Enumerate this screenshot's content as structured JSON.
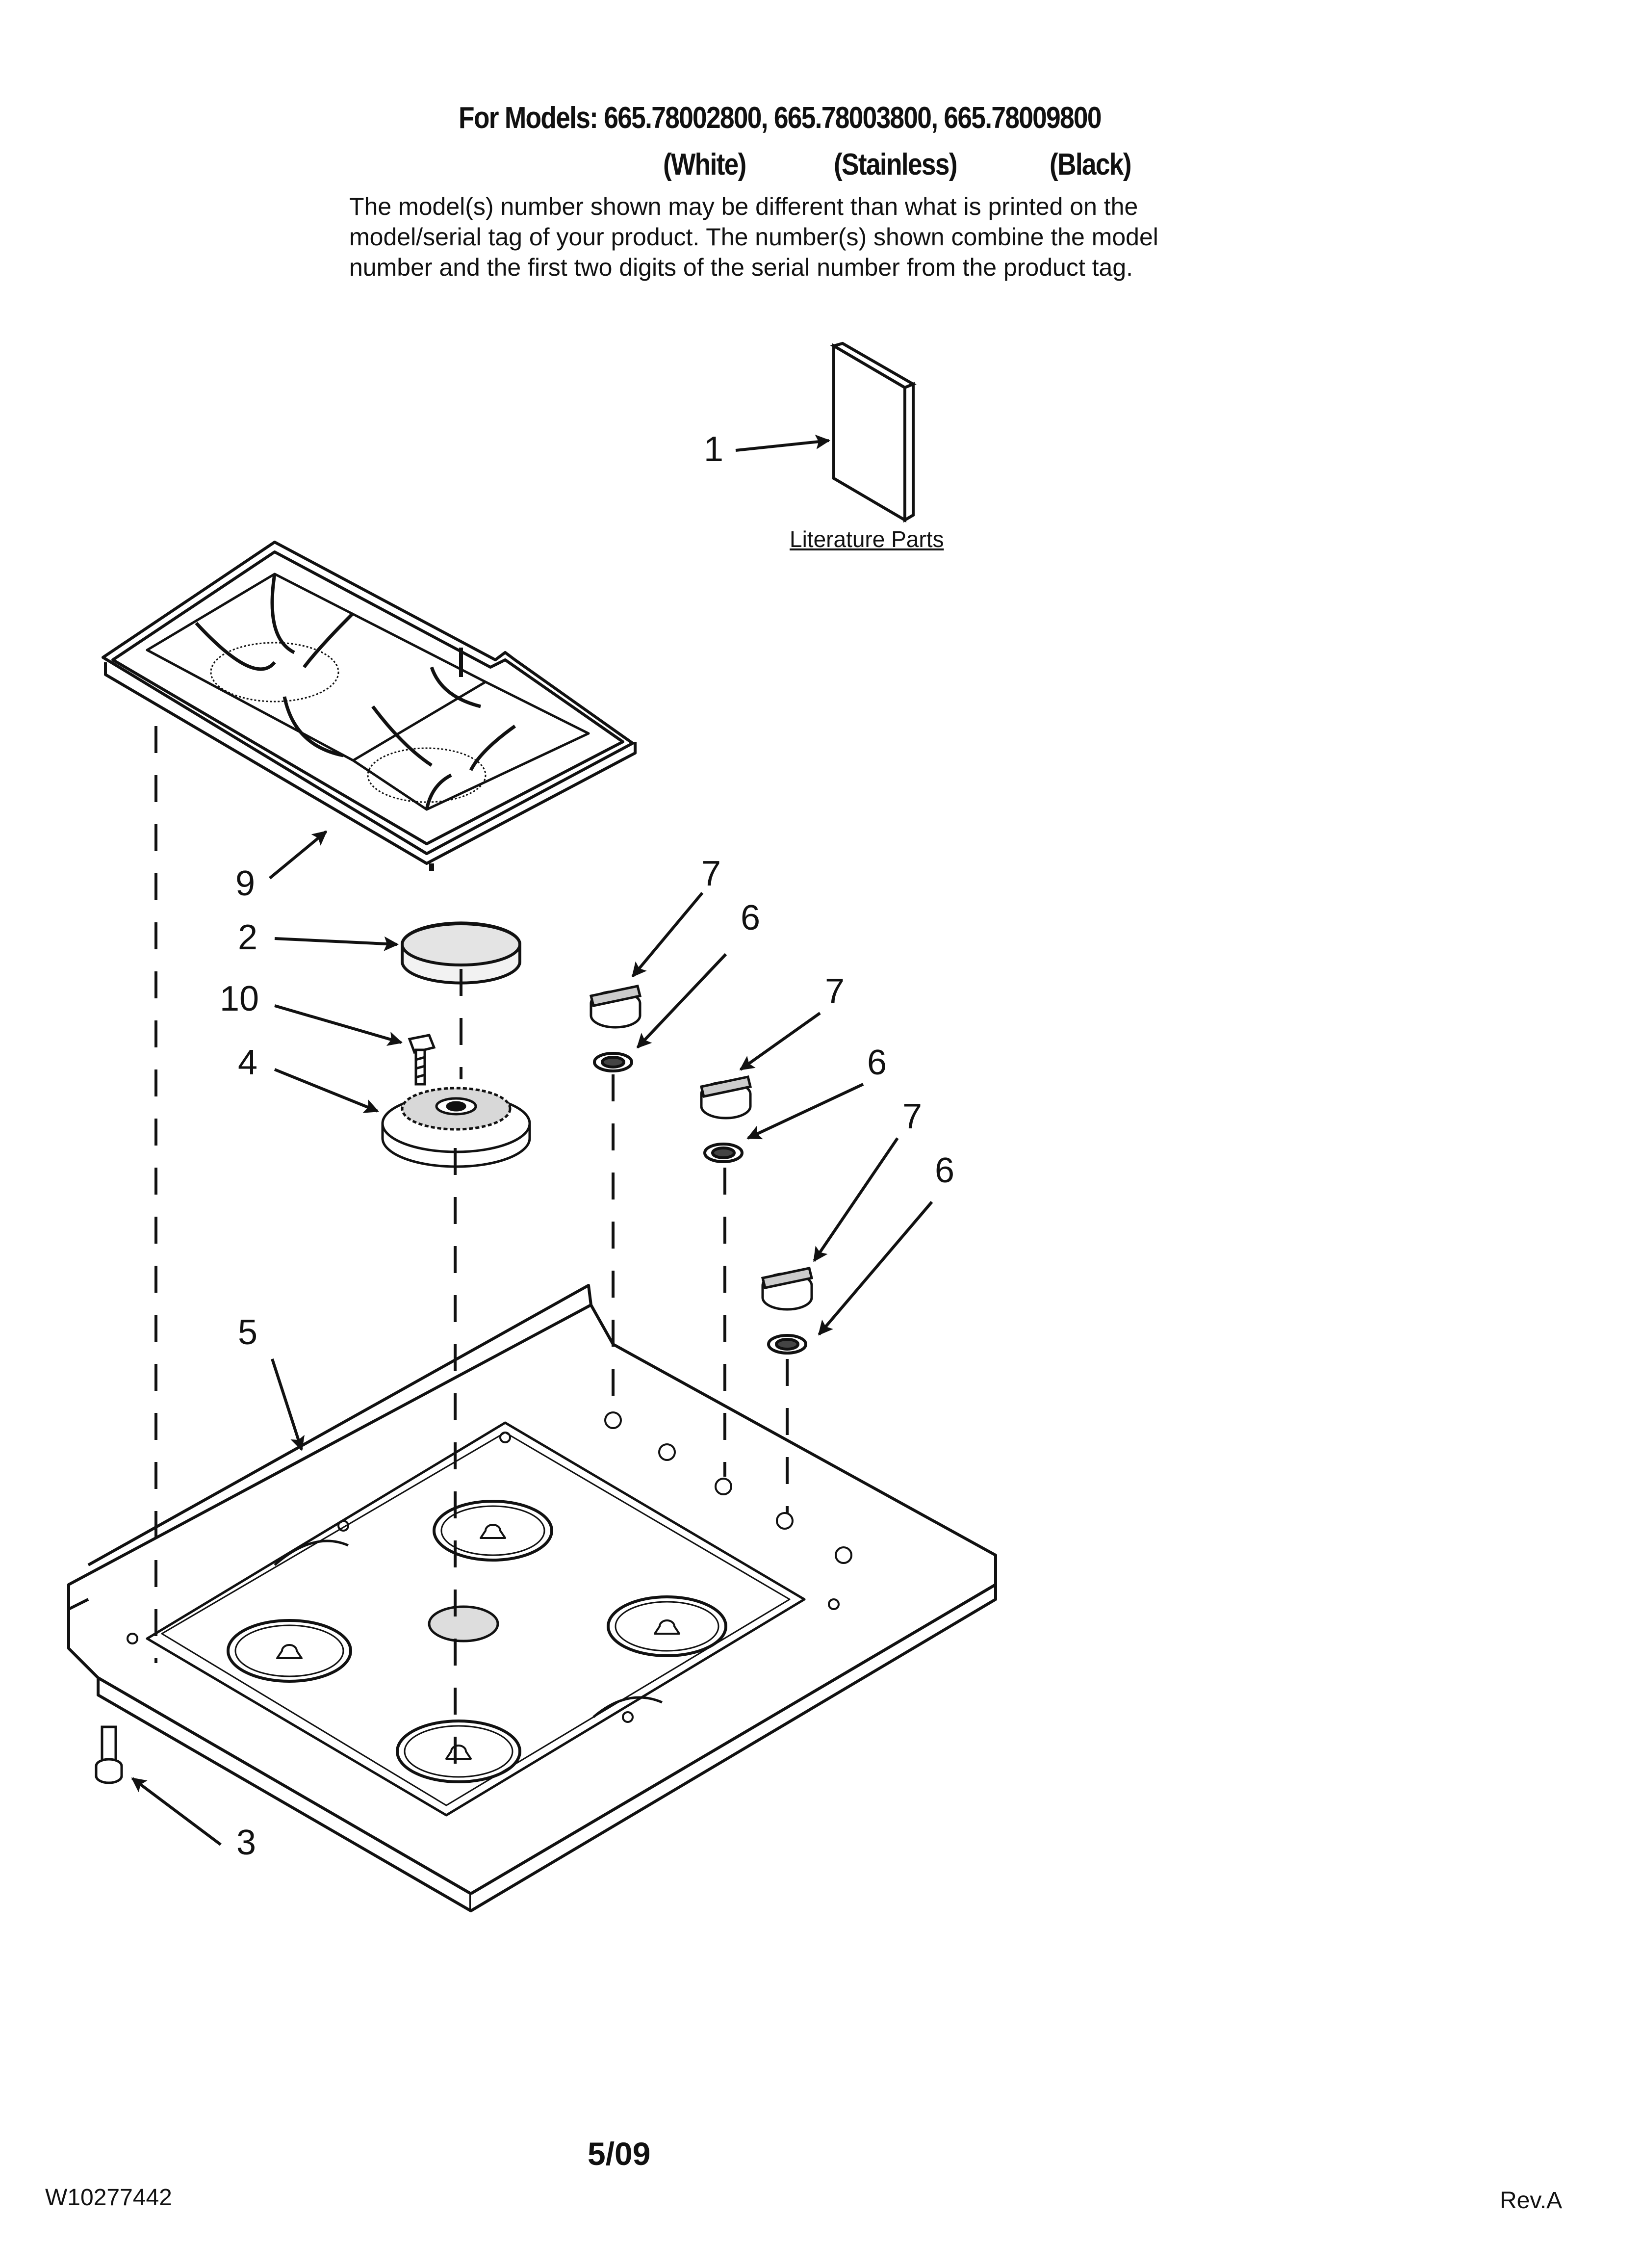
{
  "header": {
    "models_line": "For Models: 665.78002800, 665.78003800, 665.78009800",
    "variants": [
      "(White)",
      "(Stainless)",
      "(Black)"
    ],
    "disclaimer_lines": [
      "The model(s) number shown may be different than what is printed on the",
      "model/serial tag of your product. The number(s) shown combine the model",
      "number and the first two digits of the serial number from the product tag."
    ]
  },
  "diagram": {
    "literature_label": "Literature Parts",
    "callouts": [
      "1",
      "9",
      "2",
      "10",
      "4",
      "7",
      "6",
      "7",
      "6",
      "7",
      "6",
      "5",
      "3"
    ]
  },
  "footer": {
    "date": "5/09",
    "doc_number": "W10277442",
    "revision": "Rev.A"
  }
}
